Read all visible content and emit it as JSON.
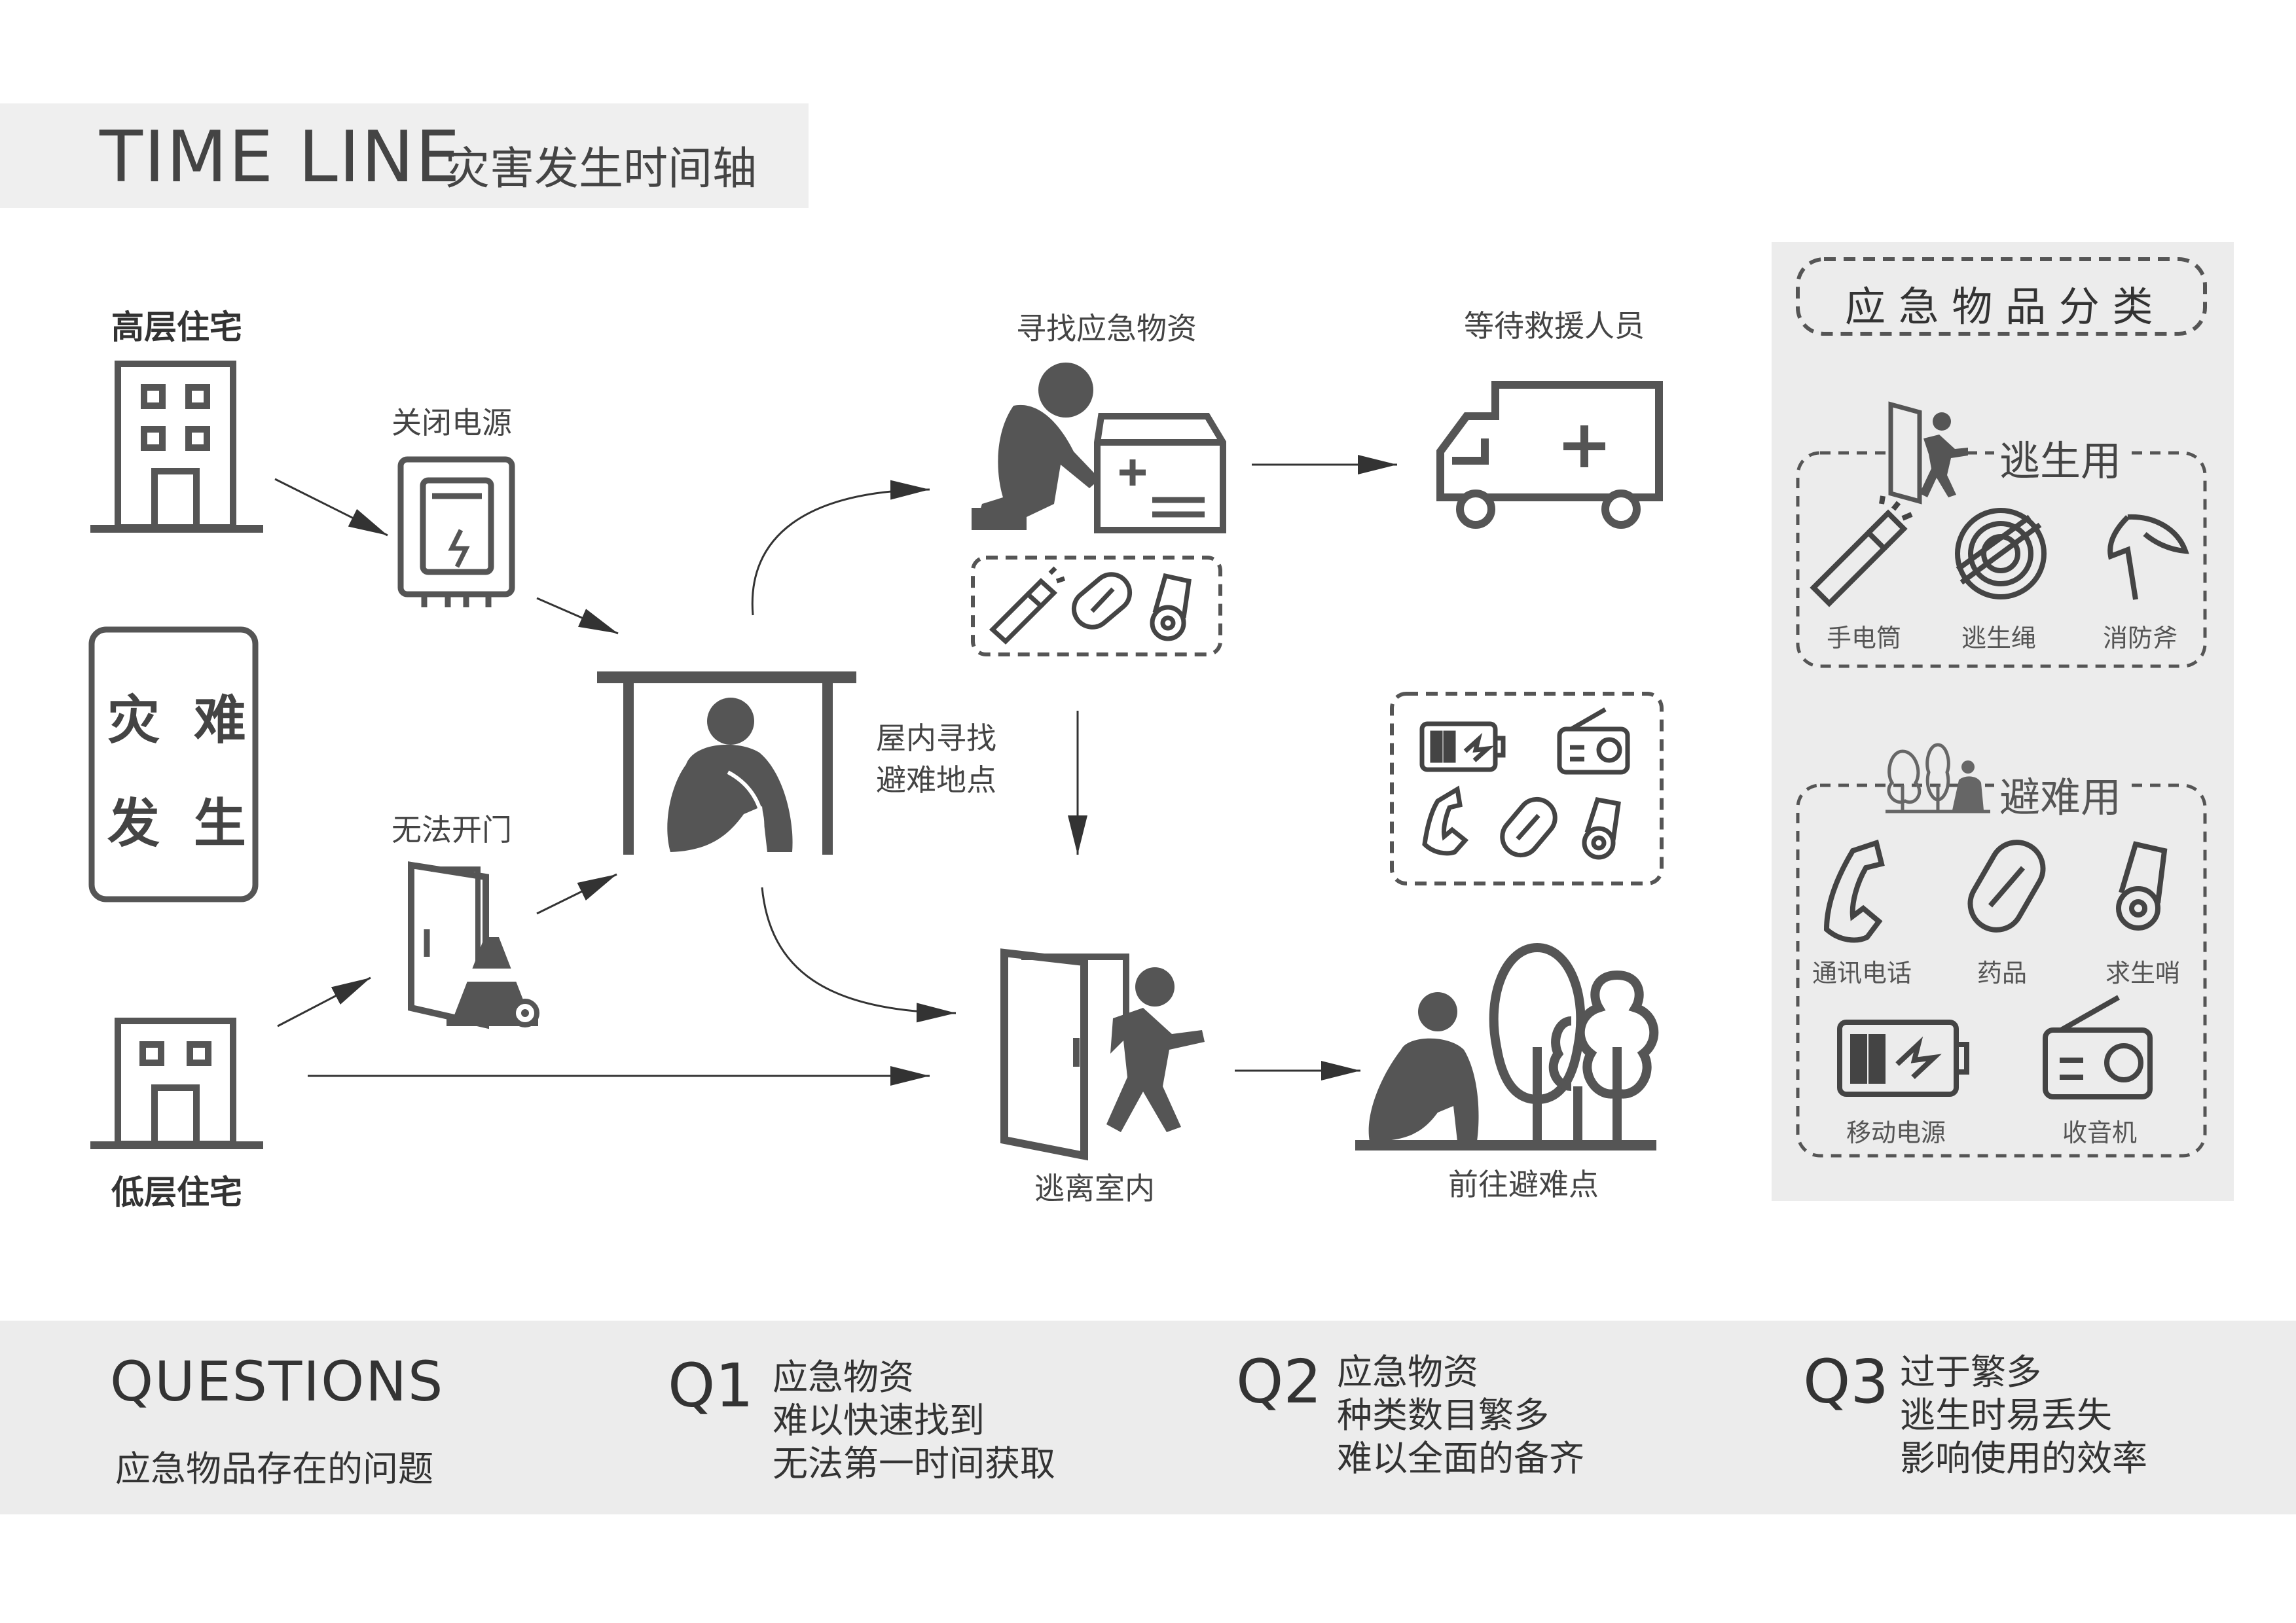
{
  "header": {
    "title": "TIME LINE",
    "subtitle": "灾害发生时间轴"
  },
  "left": {
    "high_building": "高层住宅",
    "low_building": "低层住宅",
    "disaster_line1": "灾 难",
    "disaster_line2": "发 生"
  },
  "steps": {
    "power_off": "关闭电源",
    "door_fail": "无法开门",
    "shelter": "屋内寻找\n避难地点",
    "find_supplies": "寻找应急物资",
    "wait_rescue": "等待救援人员",
    "escape": "逃离室内",
    "go_shelter": "前往避难点"
  },
  "categories": {
    "title": "应 急 物 品 分 类",
    "escape": {
      "heading": "逃生用",
      "items": [
        "手电筒",
        "逃生绳",
        "消防斧"
      ]
    },
    "refuge": {
      "heading": "避难用",
      "items": [
        "通讯电话",
        "药品",
        "求生哨",
        "移动电源",
        "收音机"
      ]
    }
  },
  "questions": {
    "title": "QUESTIONS",
    "subtitle": "应急物品存在的问题",
    "q1": {
      "label": "Q1",
      "lines": [
        "应急物资",
        "难以快速找到",
        "无法第一时间获取"
      ]
    },
    "q2": {
      "label": "Q2",
      "lines": [
        "应急物资",
        "种类数目繁多",
        "难以全面的备齐"
      ]
    },
    "q3": {
      "label": "Q3",
      "lines": [
        "过于繁多",
        "逃生时易丢失",
        "影响使用的效率"
      ]
    }
  },
  "colors": {
    "icon": "#555555",
    "panel": "#ececec",
    "text": "#333333"
  }
}
